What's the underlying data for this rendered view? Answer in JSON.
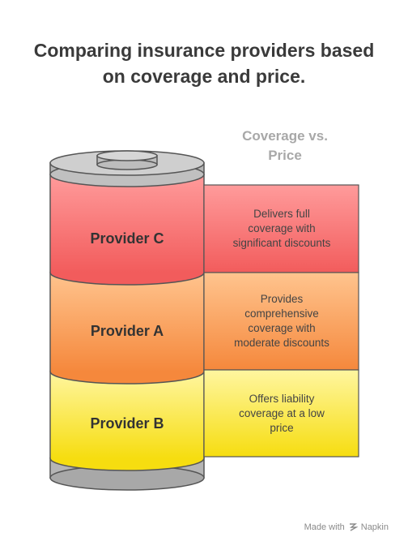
{
  "title": {
    "line1": "Comparing insurance providers based",
    "line2": "on coverage and price."
  },
  "axis_label": {
    "line1": "Coverage vs.",
    "line2": "Price"
  },
  "layers": [
    {
      "name": "Provider C",
      "desc": [
        "Delivers full",
        "coverage with",
        "significant discounts"
      ],
      "color": "#f26a6a"
    },
    {
      "name": "Provider A",
      "desc": [
        "Provides",
        "comprehensive",
        "coverage with",
        "moderate discounts"
      ],
      "color": "#f59a55"
    },
    {
      "name": "Provider B",
      "desc": [
        "Offers liability",
        "coverage at a low",
        "price"
      ],
      "color": "#f6e135"
    }
  ],
  "footer": {
    "made_with": "Made with",
    "brand": "Napkin"
  }
}
